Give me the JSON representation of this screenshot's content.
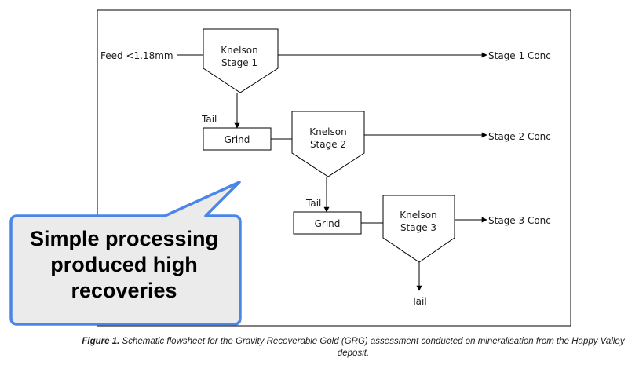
{
  "diagram": {
    "feed_label": "Feed <1.18mm",
    "knelson1": [
      "Knelson",
      "Stage 1"
    ],
    "knelson2": [
      "Knelson",
      "Stage 2"
    ],
    "knelson3": [
      "Knelson",
      "Stage 3"
    ],
    "grind1": "Grind",
    "grind2": "Grind",
    "tail1": "Tail",
    "tail2": "Tail",
    "tail_final": "Tail",
    "conc1": "Stage 1 Conc",
    "conc2": "Stage 2 Conc",
    "conc3": "Stage 3 Conc"
  },
  "callout": {
    "text": "Simple processing produced high recoveries",
    "fill": "#ebebeb",
    "border": "#4a86e8"
  },
  "caption": {
    "label": "Figure 1.",
    "text": "Schematic flowsheet for the Gravity Recoverable Gold (GRG) assessment conducted on mineralisation from the Happy Valley deposit."
  }
}
